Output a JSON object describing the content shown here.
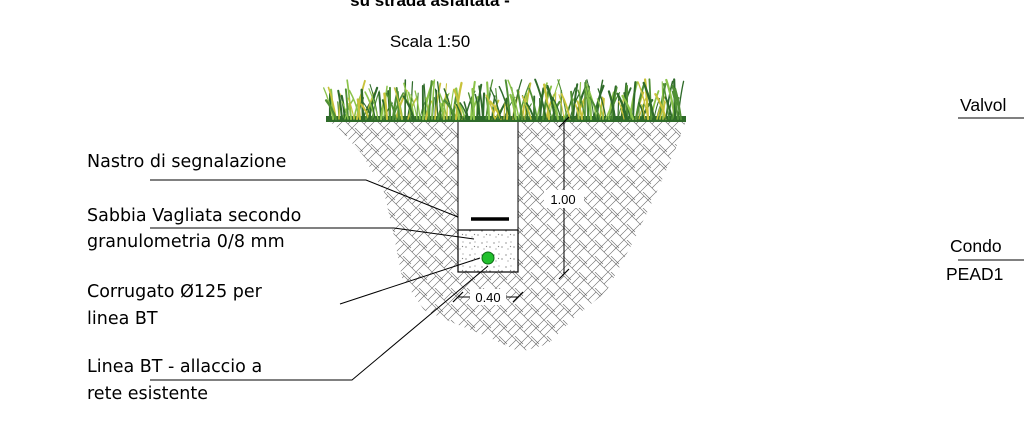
{
  "drawing": {
    "title_partial": "su strada asfaltata -",
    "scale": "Scala 1:50"
  },
  "labels": {
    "nastro": "Nastro di segnalazione",
    "sabbia_line1": "Sabbia Vagliata secondo",
    "sabbia_line2": "granulometria 0/8 mm",
    "corrugato_line1": "Corrugato Ø125 per",
    "corrugato_line2": "linea BT",
    "linea_line1": "Linea BT - allaccio a",
    "linea_line2": "rete esistente"
  },
  "dimensions": {
    "depth": "1.00",
    "width": "0.40"
  },
  "right_labels": {
    "valvola": "Valvol",
    "condotta": "Condo",
    "pead": "PEAD1"
  },
  "colors": {
    "grass_dark": "#2f6b2a",
    "grass_light": "#8bc34a",
    "grass_yellow": "#c9c23a",
    "cable": "#22c02e",
    "line": "#000000"
  }
}
